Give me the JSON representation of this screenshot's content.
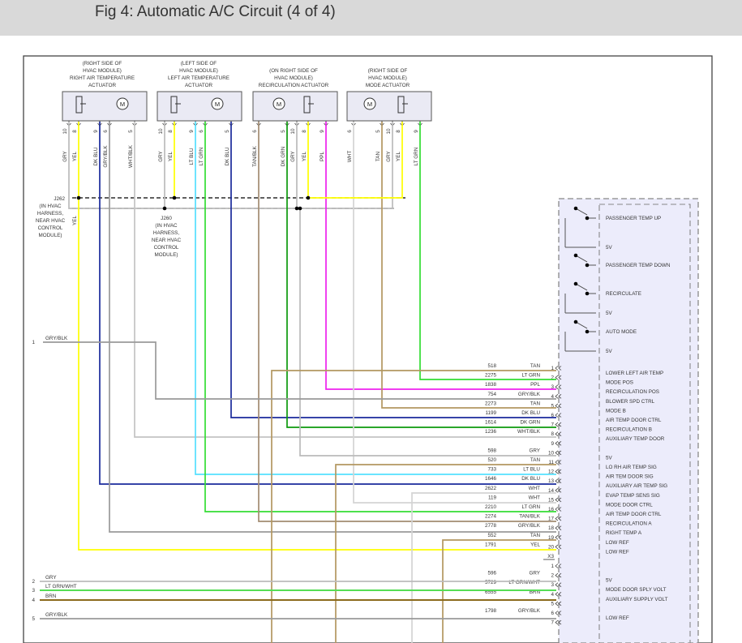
{
  "page": {
    "title": "Fig 4: Automatic A/C Circuit (4 of 4)"
  },
  "colors": {
    "GRY": "#bbbbbb",
    "YEL": "#ffff00",
    "DK BLU": "#1a2a9c",
    "GRY/BLK": "#9a9a9a",
    "WHT/BLK": "#c4c4c4",
    "LT BLU": "#55e0ff",
    "LT GRN": "#33dd33",
    "TAN/BLK": "#a28c72",
    "DK GRN": "#0d9a0d",
    "PPL": "#ee22ee",
    "WHT": "#d4d4d4",
    "TAN": "#b39760",
    "LT GRN/WHT": "#55dd55",
    "BRN": "#8b6a1d",
    "module_fill": "#ececfb",
    "actuator_fill": "#eaeaf4"
  },
  "actuators": [
    {
      "lines": [
        "(RIGHT SIDE OF",
        "HVAC MODULE)",
        "RIGHT AIR TEMPERATURE",
        "ACTUATOR"
      ],
      "pins": [
        {
          "pin": "10",
          "color": "GRY"
        },
        {
          "pin": "8",
          "color": "YEL"
        },
        {
          "pin": "9",
          "color": "DK BLU"
        },
        {
          "pin": "6",
          "color": "GRY/BLK"
        },
        {
          "pin": "5",
          "color": "WHT/BLK"
        }
      ]
    },
    {
      "lines": [
        "(LEFT SIDE OF",
        "HVAC MODULE)",
        "LEFT AIR TEMPERATURE",
        "ACTUATOR"
      ],
      "pins": [
        {
          "pin": "10",
          "color": "GRY"
        },
        {
          "pin": "8",
          "color": "YEL"
        },
        {
          "pin": "9",
          "color": "LT BLU"
        },
        {
          "pin": "6",
          "color": "LT GRN"
        },
        {
          "pin": "5",
          "color": "DK BLU"
        }
      ]
    },
    {
      "lines": [
        "(ON RIGHT SIDE OF",
        "HVAC MODULE)",
        "RECIRCULATION ACTUATOR"
      ],
      "pins": [
        {
          "pin": "6",
          "color": "TAN/BLK"
        },
        {
          "pin": "5",
          "color": "DK GRN"
        },
        {
          "pin": "10",
          "color": "GRY"
        },
        {
          "pin": "8",
          "color": "YEL"
        },
        {
          "pin": "9",
          "color": "PPL"
        }
      ]
    },
    {
      "lines": [
        "(RIGHT SIDE OF",
        "HVAC MODULE)",
        "MODE ACTUATOR"
      ],
      "pins": [
        {
          "pin": "6",
          "color": "WHT"
        },
        {
          "pin": "5",
          "color": "TAN"
        },
        {
          "pin": "10",
          "color": "GRY"
        },
        {
          "pin": "8",
          "color": "YEL"
        },
        {
          "pin": "9",
          "color": "LT GRN"
        }
      ]
    }
  ],
  "splices": {
    "j262": {
      "label": "J262",
      "lines": [
        "(IN HVAC",
        "HARNESS,",
        "NEAR HVAC",
        "CONTROL",
        "MODULE)"
      ],
      "wire": "YEL"
    },
    "j260": {
      "label": "J260",
      "lines": [
        "(IN HVAC",
        "HARNESS,",
        "NEAR HVAC",
        "CONTROL",
        "MODULE)"
      ]
    }
  },
  "left_circuits": [
    {
      "num": "1",
      "color": "GRY/BLK"
    },
    {
      "num": "2",
      "color": "GRY"
    },
    {
      "num": "3",
      "color": "LT GRN/WHT"
    },
    {
      "num": "4",
      "color": "BRN"
    },
    {
      "num": "5",
      "color": "GRY/BLK"
    }
  ],
  "connector_upper": [
    {
      "circuit": "518",
      "color": "TAN",
      "pin": "1",
      "func": "LOWER LEFT AIR TEMP"
    },
    {
      "circuit": "2275",
      "color": "LT GRN",
      "pin": "2",
      "func": "MODE POS"
    },
    {
      "circuit": "1838",
      "color": "PPL",
      "pin": "3",
      "func": "RECIRCULATION POS"
    },
    {
      "circuit": "754",
      "color": "GRY/BLK",
      "pin": "4",
      "func": "BLOWER SPD CTRL"
    },
    {
      "circuit": "2273",
      "color": "TAN",
      "pin": "5",
      "func": "MODE B"
    },
    {
      "circuit": "1199",
      "color": "DK BLU",
      "pin": "6",
      "func": "AIR TEMP DOOR CTRL"
    },
    {
      "circuit": "1614",
      "color": "DK GRN",
      "pin": "7",
      "func": "RECIRCULATION B"
    },
    {
      "circuit": "1236",
      "color": "WHT/BLK",
      "pin": "8",
      "func": "AUXILIARY TEMP DOOR"
    },
    {
      "circuit": "",
      "color": "",
      "pin": "9",
      "func": ""
    },
    {
      "circuit": "598",
      "color": "GRY",
      "pin": "10",
      "func": "5V"
    },
    {
      "circuit": "520",
      "color": "TAN",
      "pin": "11",
      "func": "LO RH AIR TEMP SIG"
    },
    {
      "circuit": "733",
      "color": "LT BLU",
      "pin": "12",
      "func": "AIR TEM DOOR SIG"
    },
    {
      "circuit": "1646",
      "color": "DK BLU",
      "pin": "13",
      "func": "AUXILIARY AIR TEMP SIG"
    },
    {
      "circuit": "2622",
      "color": "WHT",
      "pin": "14",
      "func": "EVAP TEMP SENS SIG"
    },
    {
      "circuit": "119",
      "color": "WHT",
      "pin": "15",
      "func": "MODE DOOR CTRL"
    },
    {
      "circuit": "2210",
      "color": "LT GRN",
      "pin": "16",
      "func": "AIR TEMP DOOR CTRL"
    },
    {
      "circuit": "2274",
      "color": "TAN/BLK",
      "pin": "17",
      "func": "RECIRCULATION A"
    },
    {
      "circuit": "2778",
      "color": "GRY/BLK",
      "pin": "18",
      "func": "RIGHT TEMP A"
    },
    {
      "circuit": "552",
      "color": "TAN",
      "pin": "19",
      "func": "LOW REF"
    },
    {
      "circuit": "1791",
      "color": "YEL",
      "pin": "20",
      "func": "LOW REF"
    }
  ],
  "connector_x3_label": "X3",
  "connector_lower": [
    {
      "circuit": "",
      "color": "",
      "pin": "1",
      "func": ""
    },
    {
      "circuit": "596",
      "color": "GRY",
      "pin": "2",
      "func": "5V"
    },
    {
      "circuit": "5729",
      "color": "LT GRN/WHT",
      "pin": "3",
      "func": "MODE DOOR SPLY VOLT"
    },
    {
      "circuit": "6555",
      "color": "BRN",
      "pin": "4",
      "func": "AUXILIARY SUPPLY VOLT"
    },
    {
      "circuit": "",
      "color": "",
      "pin": "5",
      "func": ""
    },
    {
      "circuit": "1798",
      "color": "GRY/BLK",
      "pin": "6",
      "func": "LOW REF"
    },
    {
      "circuit": "",
      "color": "",
      "pin": "7",
      "func": ""
    }
  ],
  "switches": [
    {
      "label": "PASSENGER TEMP UP"
    },
    {
      "label": "5V"
    },
    {
      "label": "PASSENGER TEMP DOWN"
    },
    {
      "label": "RECIRCULATE"
    },
    {
      "label": "5V"
    },
    {
      "label": "AUTO MODE"
    },
    {
      "label": "5V"
    }
  ]
}
